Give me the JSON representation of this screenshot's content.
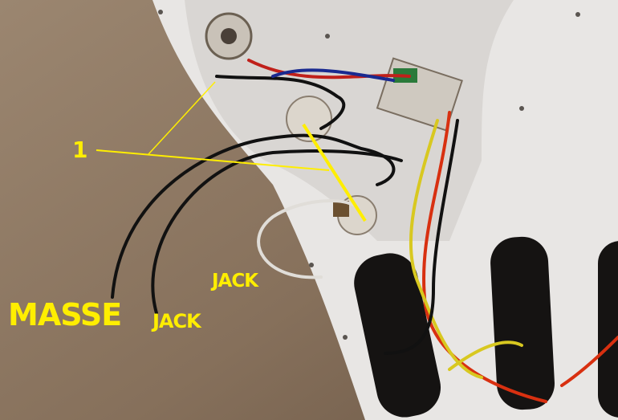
{
  "annotations": {
    "marker_1": "1",
    "masse": "MASSE",
    "jack_white": "JACK",
    "jack_black": "JACK"
  },
  "colors": {
    "annotation": "#ffee00",
    "pickguard": "#e6e3e1",
    "background": "#8a7560"
  }
}
